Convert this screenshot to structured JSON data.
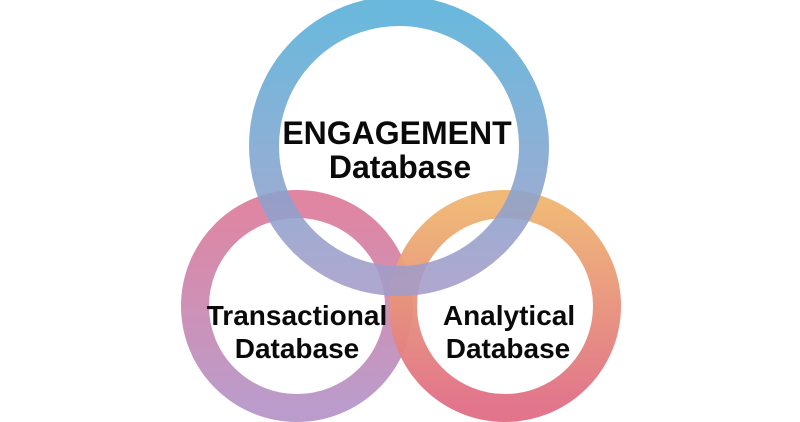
{
  "colors": {
    "background": "#ffffff",
    "text": "#0a0a0a",
    "engagement_ring_top": "#55afd8",
    "engagement_ring_bottom": "#a39cc9",
    "transactional_ring_top": "#de7f9c",
    "transactional_ring_bottom": "#b797c9",
    "analytical_ring_top": "#efb570",
    "analytical_ring_bottom": "#e06d86"
  },
  "circles": {
    "engagement": {
      "line1": "ENGAGEMENT",
      "line2": "Database"
    },
    "transactional": {
      "line1": "Transactional",
      "line2": "Database"
    },
    "analytical": {
      "line1": "Analytical",
      "line2": "Database"
    }
  }
}
